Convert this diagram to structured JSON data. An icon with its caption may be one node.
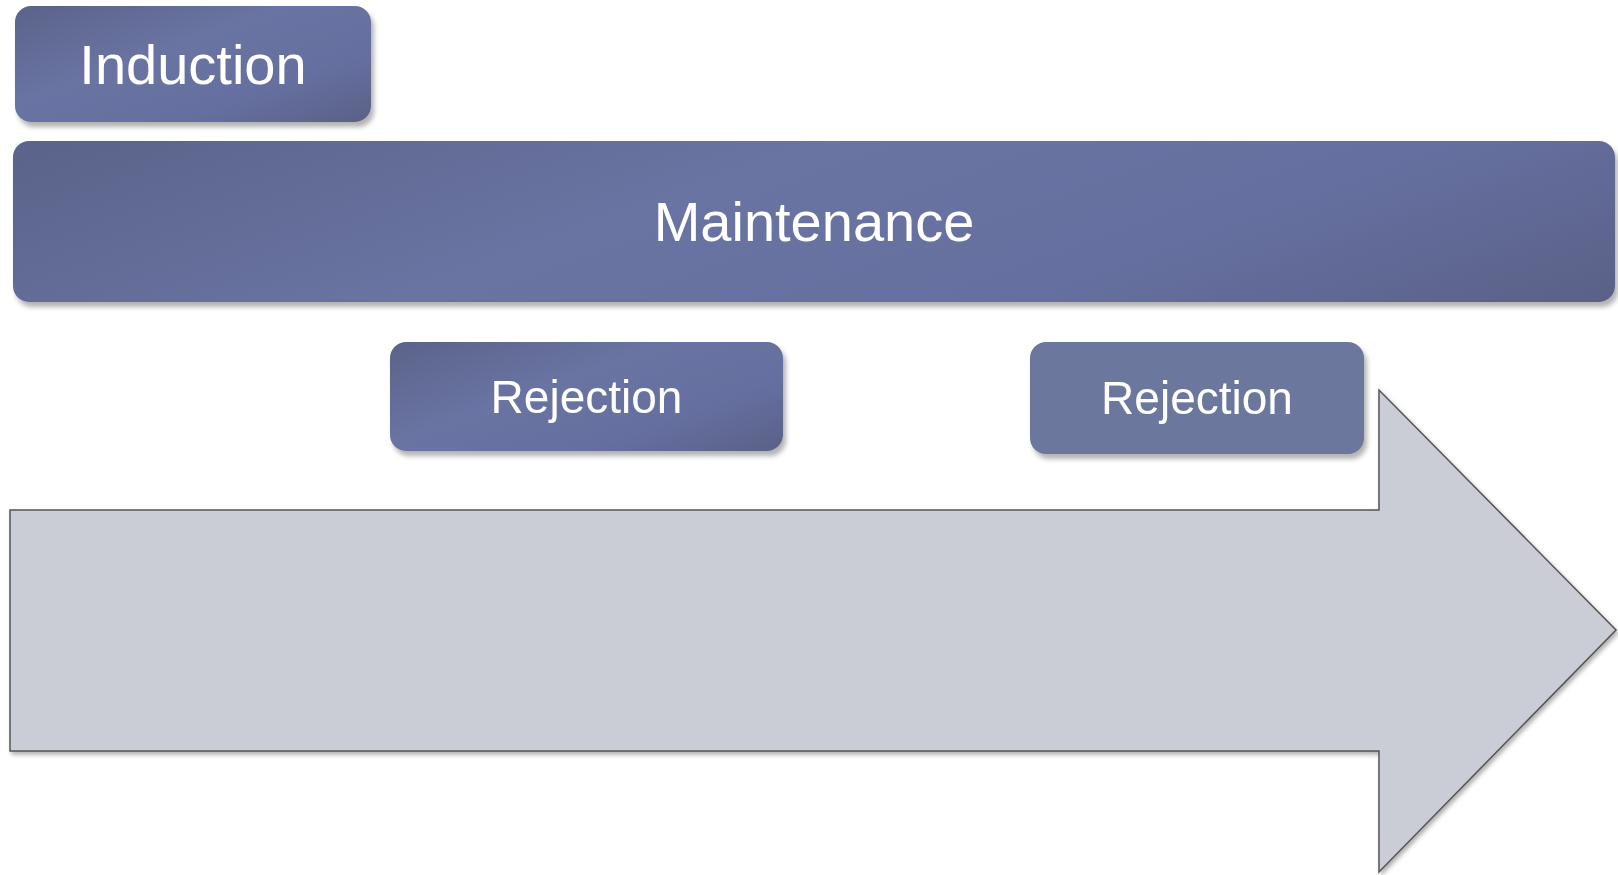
{
  "diagram": {
    "nodes": [
      {
        "text": [
          "Induction"
        ]
      },
      {
        "text": [
          "Maintenance"
        ]
      },
      {
        "text": [
          "Rejection"
        ]
      },
      {
        "text": [
          "Rejection"
        ]
      }
    ]
  }
}
